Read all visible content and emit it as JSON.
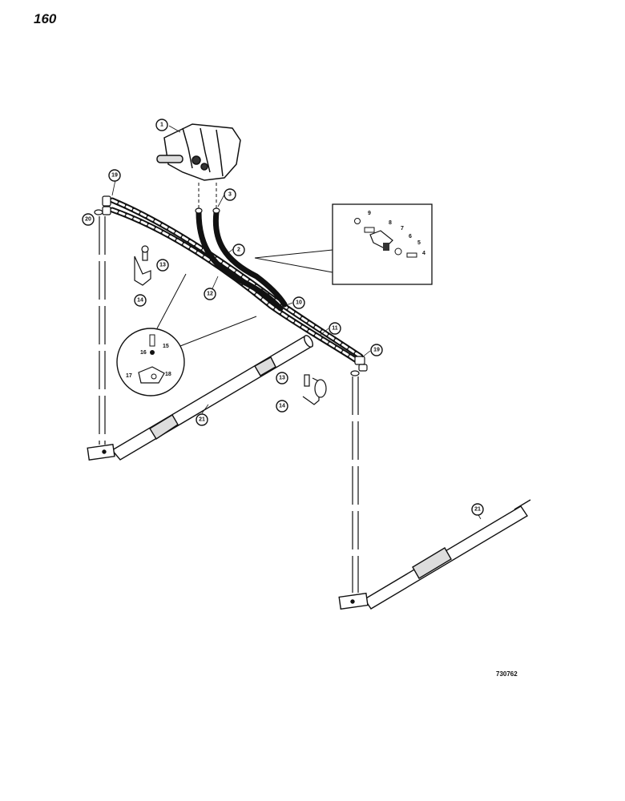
{
  "page": {
    "number": "160",
    "figure_number": "730762"
  },
  "callouts": {
    "c1": "1",
    "c2": "2",
    "c3": "3",
    "c4": "4",
    "c5": "5",
    "c6": "6",
    "c7": "7",
    "c8": "8",
    "c9": "9",
    "c10": "10",
    "c11": "11",
    "c12": "12",
    "c13a": "13",
    "c13b": "13",
    "c13c": "13",
    "c14a": "14",
    "c14b": "14",
    "c15": "15",
    "c16": "16",
    "c17": "17",
    "c18": "18",
    "c19a": "19",
    "c19b": "19",
    "c20": "20",
    "c21a": "21",
    "c21b": "21"
  }
}
